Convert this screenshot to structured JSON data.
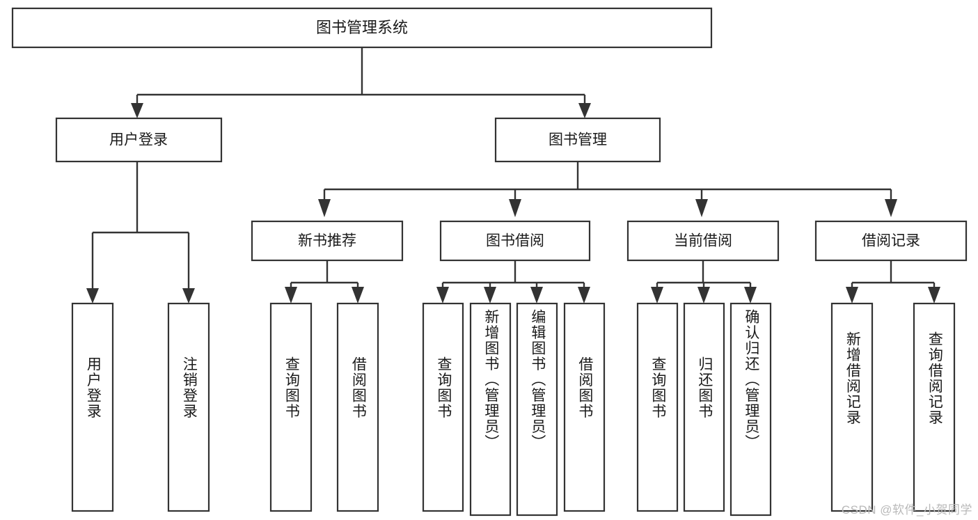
{
  "diagram": {
    "title": "图书管理系统",
    "watermark": "CSDN @软件_小贺同学",
    "style": {
      "box_fill": "#ffffff",
      "box_stroke": "#333333",
      "text_color": "#1a1a1a",
      "watermark_color": "#b9b9b9",
      "background": "#ffffff"
    },
    "root": {
      "label": "图书管理系统"
    },
    "level2": [
      {
        "label": "用户登录"
      },
      {
        "label": "图书管理"
      }
    ],
    "level3": [
      {
        "label": "新书推荐"
      },
      {
        "label": "图书借阅"
      },
      {
        "label": "当前借阅"
      },
      {
        "label": "借阅记录"
      }
    ],
    "leaves": {
      "user_login": [
        {
          "label": "用户登录"
        },
        {
          "label": "注销登录"
        }
      ],
      "new_book_recommend": [
        {
          "label": "查询图书"
        },
        {
          "label": "借阅图书"
        }
      ],
      "book_borrow": [
        {
          "label": "查询图书"
        },
        {
          "label": "新增图书（管理员）"
        },
        {
          "label": "编辑图书（管理员）"
        },
        {
          "label": "借阅图书"
        }
      ],
      "current_borrow": [
        {
          "label": "查询图书"
        },
        {
          "label": "归还图书"
        },
        {
          "label": "确认归还（管理员）"
        }
      ],
      "borrow_record": [
        {
          "label": "新增借阅记录"
        },
        {
          "label": "查询借阅记录"
        }
      ]
    }
  }
}
